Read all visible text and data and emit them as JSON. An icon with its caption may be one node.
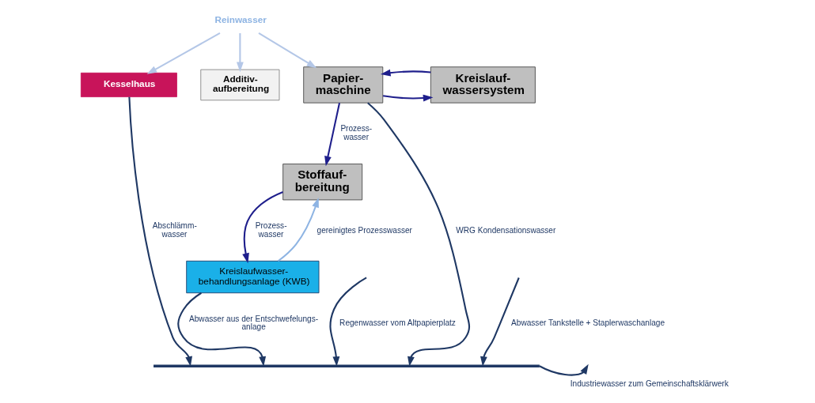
{
  "diagram": {
    "nodes": [
      {
        "text": [
          "Reinwasser"
        ]
      },
      {
        "text": [
          "Kesselhaus"
        ]
      },
      {
        "text": [
          "Additiv- aufbereitung"
        ]
      },
      {
        "text": [
          "Papier- maschine"
        ]
      },
      {
        "text": [
          "Kreislauf- wassersystem"
        ]
      },
      {
        "text": [
          "Stoffauf- bereitung"
        ]
      },
      {
        "text": [
          "Kreislaufwasser- behandlungsanlage (KWB)"
        ]
      },
      {
        "text": [],
        "shape": "bar"
      }
    ],
    "edges": [
      {
        "from": 0,
        "to": 1,
        "arrow": "to",
        "color": "#b4c7e7"
      },
      {
        "from": 0,
        "to": 2,
        "arrow": "to",
        "color": "#b4c7e7"
      },
      {
        "from": 0,
        "to": 3,
        "arrow": "to",
        "color": "#b4c7e7"
      },
      {
        "from": 3,
        "to": 4,
        "arrow": "to",
        "color": "#1f1f8c"
      },
      {
        "from": 4,
        "to": 3,
        "arrow": "to",
        "color": "#1f1f8c"
      },
      {
        "from": 3,
        "to": 5,
        "arrow": "to",
        "label": "Prozess- wasser",
        "color": "#1f1f8c"
      },
      {
        "from": 5,
        "to": 6,
        "arrow": "to",
        "label": "Prozess- wasser",
        "color": "#1f1f8c"
      },
      {
        "from": 6,
        "to": 5,
        "arrow": "to",
        "label": "gereinigtes Prozesswasser",
        "color": "#8eb4e3"
      },
      {
        "from": 1,
        "to": 7,
        "arrow": "to",
        "label": "Abschlämm- wasser"
      },
      {
        "from": 6,
        "to": 7,
        "arrow": "to",
        "label": "Abwasser aus der Entschwefelungs- anlage"
      },
      {
        "from": null,
        "to": 7,
        "arrow": "to",
        "label": "Regenwasser vom Altpapierplatz"
      },
      {
        "from": 3,
        "to": 7,
        "arrow": "to",
        "label": "WRG Kondensationswasser"
      },
      {
        "from": null,
        "to": 7,
        "arrow": "to",
        "label": "Abwasser Tankstelle + Staplerwaschanlage"
      },
      {
        "from": 7,
        "to": null,
        "arrow": "to",
        "label": "Industriewasser zum Gemeinschaftsklärwerk"
      }
    ]
  }
}
